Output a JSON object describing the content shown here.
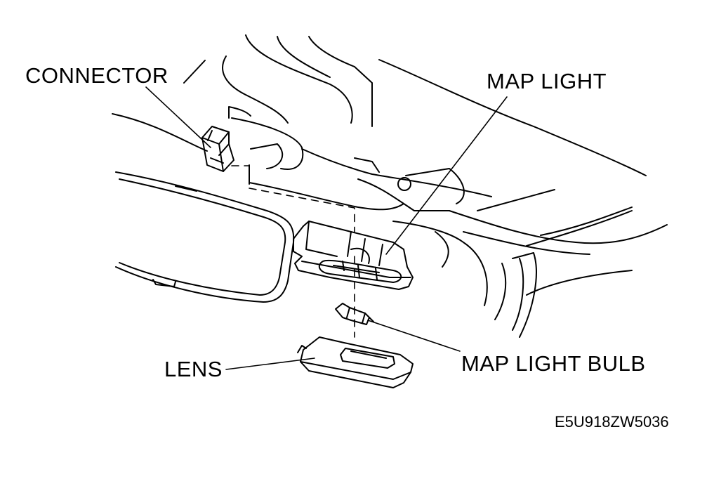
{
  "labels": {
    "connector": "CONNECTOR",
    "map_light": "MAP LIGHT",
    "lens": "LENS",
    "map_light_bulb": "MAP LIGHT BULB",
    "figure_code": "E5U918ZW5036"
  }
}
